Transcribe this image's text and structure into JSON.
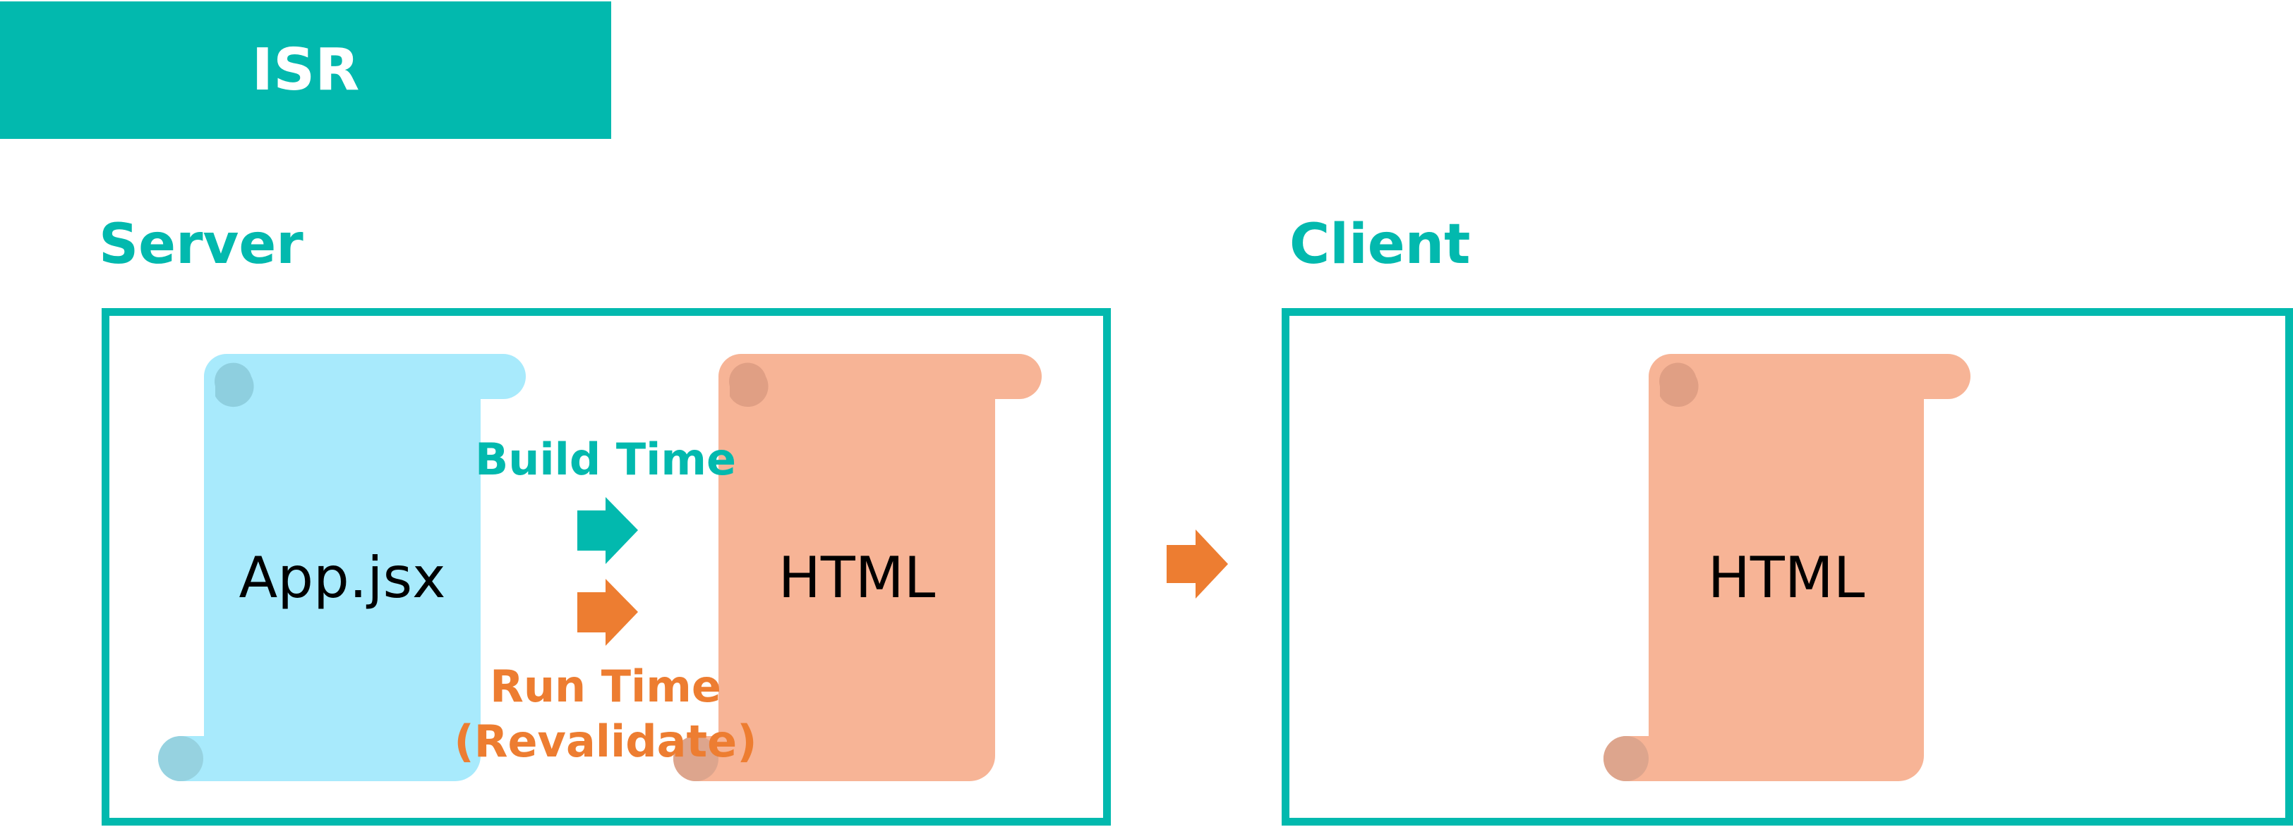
{
  "title": "ISR",
  "server": {
    "heading": "Server",
    "source_doc": "App.jsx",
    "output_doc": "HTML",
    "build_label": "Build Time",
    "run_label_line1": "Run Time",
    "run_label_line2": "(Revalidate)"
  },
  "client": {
    "heading": "Client",
    "doc": "HTML"
  },
  "colors": {
    "teal": "#02B9AE",
    "orange": "#ED7D31",
    "jsx_doc": "#A8EAFC",
    "html_doc": "#F7B496"
  }
}
